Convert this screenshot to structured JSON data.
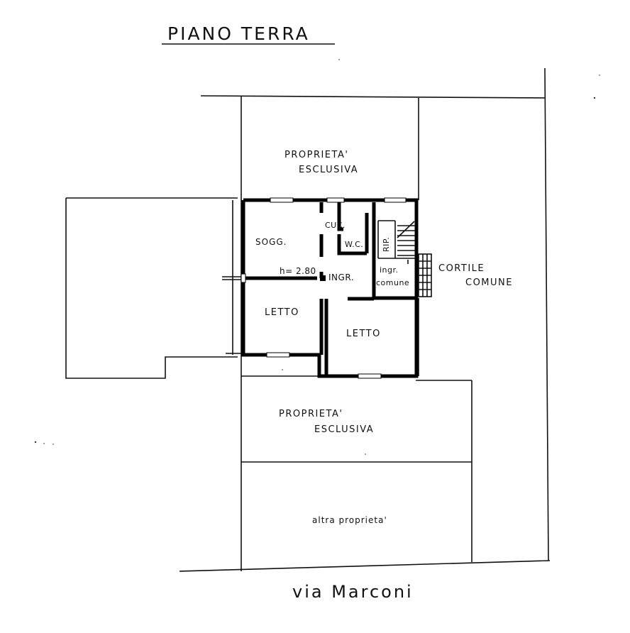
{
  "title": "PIANO  TERRA",
  "street": "via  Marconi",
  "areas": {
    "top_property_line1": "PROPRIETA'",
    "top_property_line2": "ESCLUSIVA",
    "bottom_property_line1": "PROPRIETA'",
    "bottom_property_line2": "ESCLUSIVA",
    "other_property": "altra  proprieta'",
    "courtyard_line1": "CORTILE",
    "courtyard_line2": "COMUNE"
  },
  "rooms": {
    "living": "SOGG.",
    "kitchen": "CUC.",
    "wc": "W.C.",
    "storage": "RIP.",
    "entrance": "INGR.",
    "common_entrance_line1": "ingr.",
    "common_entrance_line2": "comune",
    "bedroom_left": "LETTO",
    "bedroom_right": "LETTO",
    "ceiling_height": "h= 2.80"
  }
}
